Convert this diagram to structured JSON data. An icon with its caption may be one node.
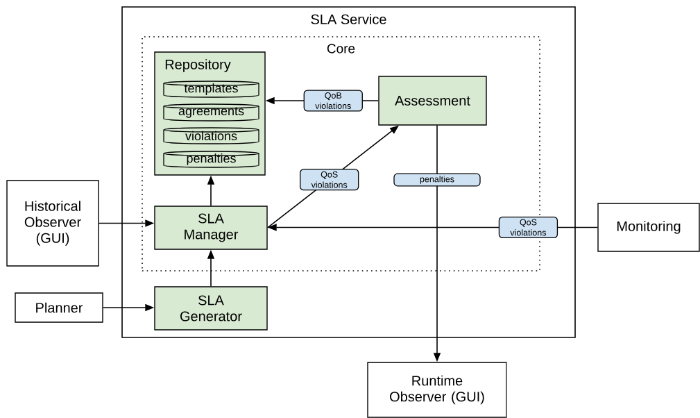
{
  "diagram": {
    "nodes": [
      {
        "text": [
          "SLA Service"
        ]
      },
      {
        "text": [
          "Core"
        ],
        "in": 0
      },
      {
        "text": [
          "Repository"
        ],
        "in": 1
      },
      {
        "text": [
          "templates"
        ],
        "in": 2
      },
      {
        "text": [
          "agreements"
        ],
        "in": 2
      },
      {
        "text": [
          "violations"
        ],
        "in": 2
      },
      {
        "text": [
          "penalties"
        ],
        "in": 2
      },
      {
        "text": [
          "Assessment"
        ],
        "in": 1
      },
      {
        "text": [
          "SLA Manager"
        ],
        "in": 1
      },
      {
        "text": [
          "SLA Generator"
        ],
        "in": 0
      },
      {
        "text": [
          "Historical Observer (GUI)"
        ]
      },
      {
        "text": [
          "Planner"
        ]
      },
      {
        "text": [
          "Monitoring"
        ]
      },
      {
        "text": [
          "Runtime Observer (GUI)"
        ]
      }
    ],
    "edges": [
      {
        "from": 7,
        "to": 2,
        "arrow": "to",
        "label": "QoB violations"
      },
      {
        "from": 8,
        "to": 7,
        "arrow": "to",
        "label": "QoS violations"
      },
      {
        "from": 7,
        "to": 13,
        "arrow": "to",
        "label": "penalties"
      },
      {
        "from": 12,
        "to": 8,
        "arrow": "to",
        "label": "QoS violations"
      },
      {
        "from": 10,
        "to": 8,
        "arrow": "to"
      },
      {
        "from": 11,
        "to": 9,
        "arrow": "to"
      },
      {
        "from": 9,
        "to": 8,
        "arrow": "to"
      },
      {
        "from": 8,
        "to": 2,
        "arrow": "to"
      }
    ]
  }
}
